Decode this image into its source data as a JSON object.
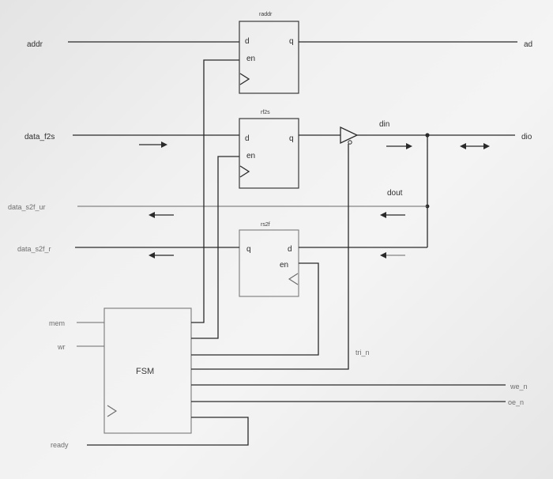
{
  "signals": {
    "addr": "addr",
    "ad": "ad",
    "data_f2s": "data_f2s",
    "dio": "dio",
    "data_s2f_ur": "data_s2f_ur",
    "data_s2f_r": "data_s2f_r",
    "din": "din",
    "dout": "dout",
    "mem": "mem",
    "wr": "wr",
    "ready": "ready",
    "tri_n": "tri_n",
    "we_n": "we_n",
    "oe_n": "oe_n"
  },
  "registers": {
    "r_addr": {
      "title": "raddr",
      "d": "d",
      "en": "en",
      "q": "q"
    },
    "r_f2s": {
      "title": "rf2s",
      "d": "d",
      "en": "en",
      "q": "q"
    },
    "r_s2f": {
      "title": "rs2f",
      "d": "d",
      "en": "en",
      "q": "q"
    }
  },
  "fsm": {
    "label": "FSM"
  }
}
